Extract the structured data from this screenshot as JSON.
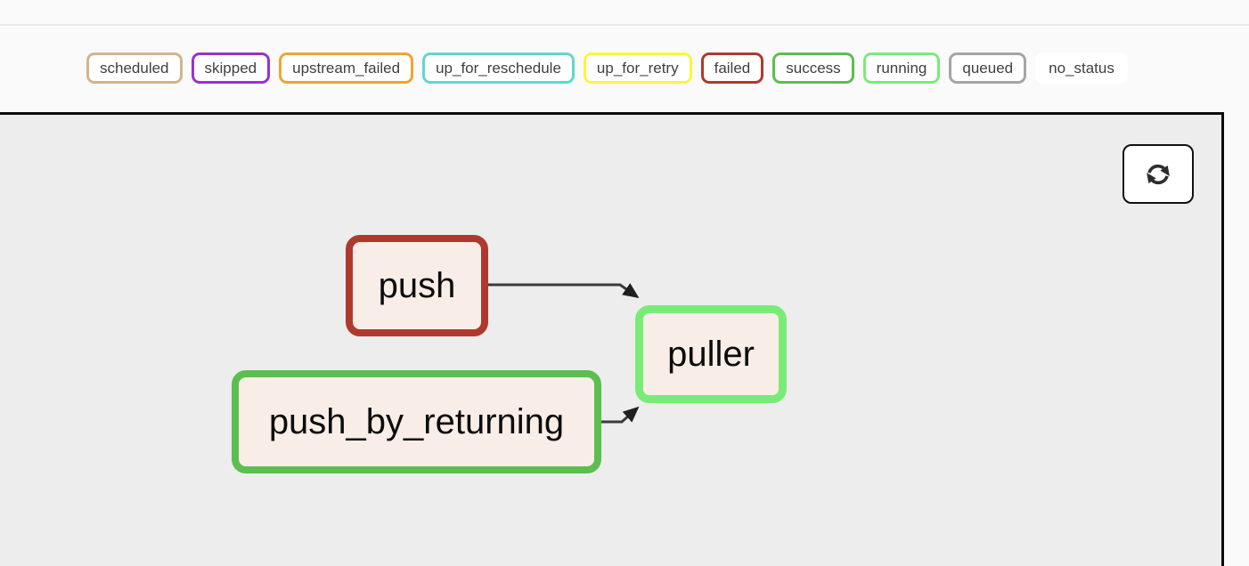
{
  "legend": {
    "items": [
      {
        "label": "scheduled",
        "border_color": "#d2b48c"
      },
      {
        "label": "skipped",
        "border_color": "#9932cc"
      },
      {
        "label": "upstream_failed",
        "border_color": "#f0a433"
      },
      {
        "label": "up_for_reschedule",
        "border_color": "#5fd8cd"
      },
      {
        "label": "up_for_retry",
        "border_color": "#f7f73f"
      },
      {
        "label": "failed",
        "border_color": "#b0392f"
      },
      {
        "label": "success",
        "border_color": "#5cbe51"
      },
      {
        "label": "running",
        "border_color": "#79ec78"
      },
      {
        "label": "queued",
        "border_color": "#a5a5a5"
      },
      {
        "label": "no_status",
        "border_color": "#ffffff"
      }
    ]
  },
  "graph": {
    "node_fill": "#f8eee7",
    "edge_color": "#3b3b3b",
    "nodes": [
      {
        "id": "push",
        "label": "push",
        "state": "failed",
        "border_color": "#b0392f"
      },
      {
        "id": "puller",
        "label": "puller",
        "state": "running",
        "border_color": "#79ec78"
      },
      {
        "id": "push_by_returning",
        "label": "push_by_returning",
        "state": "success",
        "border_color": "#5cbe51"
      }
    ],
    "edges": [
      {
        "from": "push",
        "to": "puller"
      },
      {
        "from": "push_by_returning",
        "to": "puller"
      }
    ]
  },
  "toolbar": {
    "refresh_button": {
      "icon": "refresh-icon"
    }
  }
}
